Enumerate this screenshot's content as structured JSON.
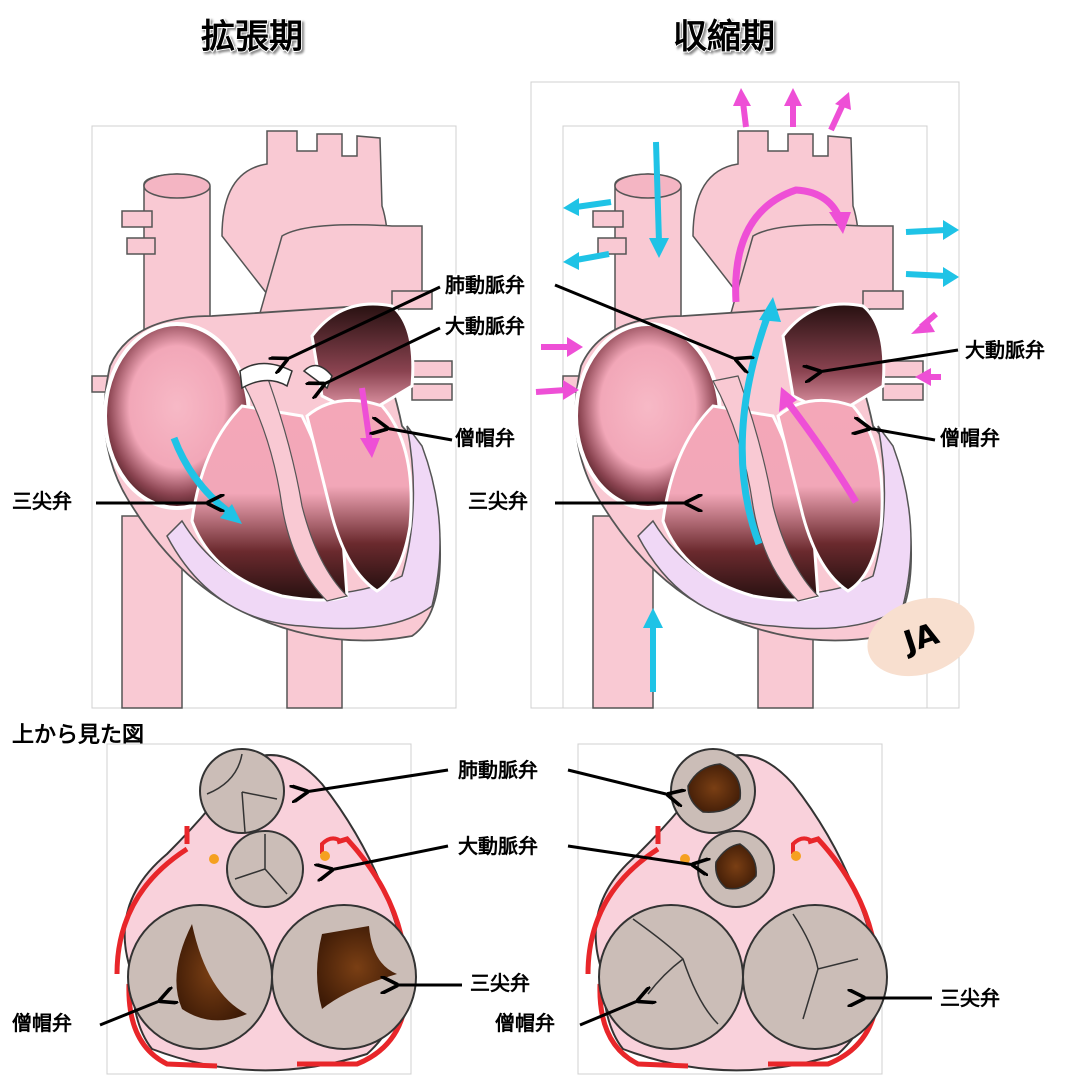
{
  "titles": {
    "diastole": "拡張期",
    "systole": "収縮期"
  },
  "top_view_title": "上から見た図",
  "labels": {
    "pulmonary_valve": "肺動脈弁",
    "aortic_valve": "大動脈弁",
    "mitral_valve": "僧帽弁",
    "tricuspid_valve": "三尖弁"
  },
  "badge": "JA",
  "colors": {
    "heart_pink": "#f9c9d3",
    "chamber": "#f2a7b8",
    "dark": "#3a1414",
    "wall": "#f0d8f6",
    "flow_blue": "#1fc3e6",
    "flow_pink": "#ee4fd6",
    "artery_red": "#e8262a",
    "valve_grey": "#cbbdb7",
    "valve_open": "#5a2b10",
    "badge_bg": "#f8dfcf"
  }
}
